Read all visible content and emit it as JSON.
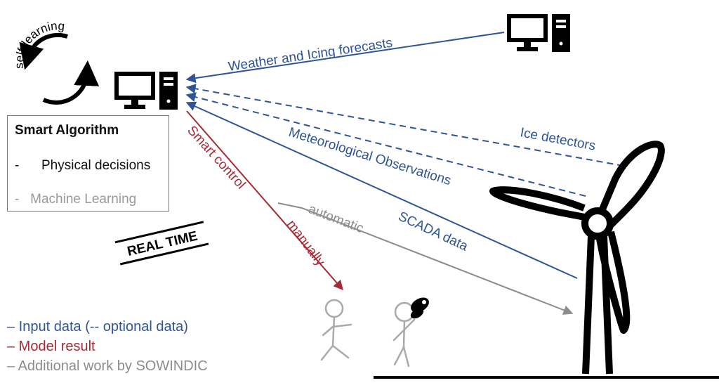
{
  "colors": {
    "input": "#2f5597",
    "model": "#a52a35",
    "additional": "#8c8c8c",
    "black": "#000000"
  },
  "cycle_label": "self-learning",
  "box": {
    "title": "Smart Algorithm",
    "item1": "-      Physical decisions",
    "item2": "-   Machine Learning"
  },
  "real_time_label": "REAL TIME",
  "arrows": {
    "weather": "Weather and Icing forecasts",
    "ice": "Ice detectors",
    "meteo": "Meteorological Observations",
    "scada": "SCADA data",
    "smart_control": "Smart control",
    "automatic": "automatic",
    "manually": "manually"
  },
  "legend": {
    "input": "– Input data (-- optional data)",
    "model": "– Model result",
    "additional": "– Additional work by SOWINDIC"
  },
  "icons": {
    "computer_main": "desktop-computer-icon",
    "computer_forecast": "desktop-computer-icon",
    "turbine": "wind-turbine-icon",
    "person": "stick-figure-icon"
  }
}
